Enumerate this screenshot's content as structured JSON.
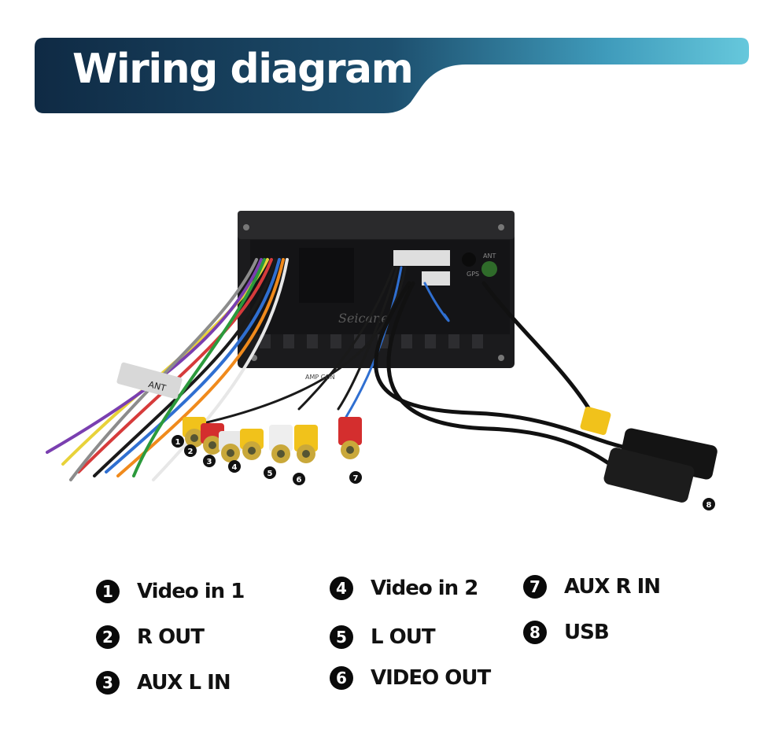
{
  "banner": {
    "title": "Wiring diagram"
  },
  "photo": {
    "labels": {
      "ant": "ANT",
      "brand": "Seicane",
      "amp": "AMP CON",
      "gps": "GPS",
      "ant_port": "ANT"
    },
    "callouts": [
      "1",
      "2",
      "3",
      "4",
      "5",
      "6",
      "7",
      "8"
    ]
  },
  "legend": [
    {
      "num": "1",
      "label": "Video in 1"
    },
    {
      "num": "2",
      "label": "R OUT"
    },
    {
      "num": "3",
      "label": "AUX L IN"
    },
    {
      "num": "4",
      "label": "Video in 2"
    },
    {
      "num": "5",
      "label": "L OUT"
    },
    {
      "num": "6",
      "label": "VIDEO OUT"
    },
    {
      "num": "7",
      "label": "AUX R IN"
    },
    {
      "num": "8",
      "label": "USB"
    }
  ]
}
